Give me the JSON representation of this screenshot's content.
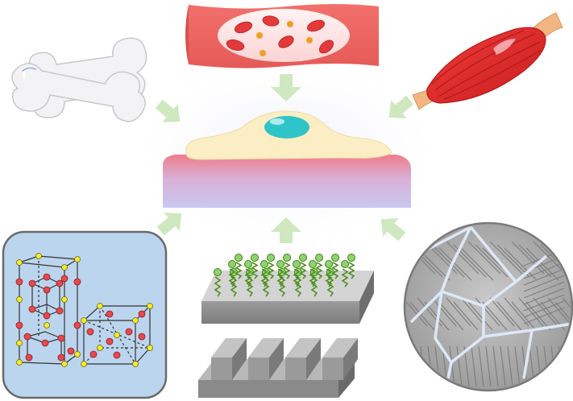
{
  "diagram": {
    "center": {
      "cell-icon": "adherent-cell",
      "nucleus-color": "#2fc4c8",
      "cell-color": "#fbeec4",
      "substrate-colors": [
        "#f07c8a",
        "#c9c8f0"
      ]
    },
    "sources": [
      {
        "id": "bone",
        "icon": "bone-icon"
      },
      {
        "id": "blood-vessel",
        "icon": "blood-vessel-icon"
      },
      {
        "id": "muscle",
        "icon": "muscle-icon"
      },
      {
        "id": "crystal-lattice",
        "icon": "crystal-lattice-icon"
      },
      {
        "id": "functionalized-surface",
        "icon": "molecule-coated-surface-icon"
      },
      {
        "id": "microstructure",
        "icon": "grain-microstructure-icon"
      }
    ],
    "arrow-color": "#cfe8bf",
    "colors": {
      "blood": "#f0605e",
      "rbc": "#e23a3a",
      "muscle": "#e23a3a",
      "lattice-bg": "#bcd5ee",
      "lattice-red": "#e8484e",
      "lattice-yellow": "#f6ea2a",
      "molecule-green": "#8fd46b",
      "metal-grey": "#9a9a9a"
    }
  }
}
